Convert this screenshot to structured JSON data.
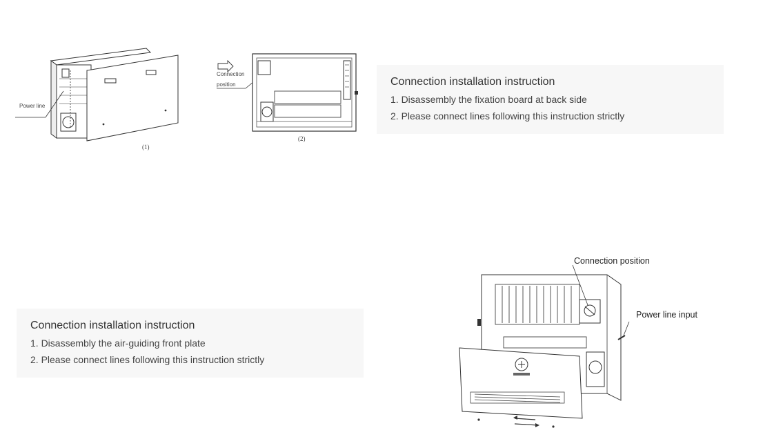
{
  "top_section": {
    "figure1": {
      "label_power_line": "Power line",
      "caption": "(1)"
    },
    "figure2": {
      "label_connection": "Connection",
      "label_position": "position",
      "caption": "(2)"
    },
    "instruction": {
      "title": "Connection installation instruction",
      "steps": [
        "1. Disassembly the fixation board at back side",
        "2. Please connect lines following this instruction strictly"
      ]
    }
  },
  "bottom_section": {
    "instruction": {
      "title": "Connection installation instruction",
      "steps": [
        "1. Disassembly the air-guiding front plate",
        "2. Please connect lines following this instruction strictly"
      ]
    },
    "figure3": {
      "label_connection_position": "Connection position",
      "label_power_line_input": "Power line input"
    }
  }
}
